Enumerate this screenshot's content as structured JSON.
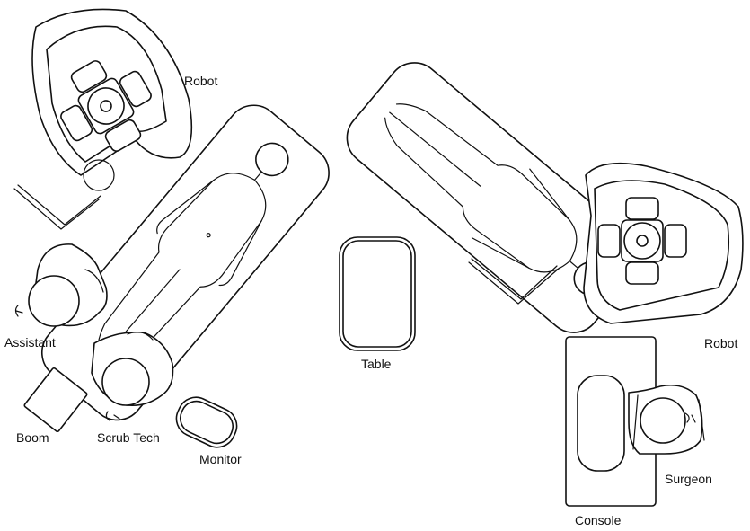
{
  "labels": {
    "robot_left": "Robot",
    "robot_right": "Robot",
    "table": "Table",
    "assistant": "Assistant",
    "scrub_tech": "Scrub Tech",
    "boom": "Boom",
    "monitor": "Monitor",
    "console": "Console",
    "surgeon": "Surgeon"
  },
  "colors": {
    "stroke": "#111111",
    "background": "#ffffff"
  }
}
